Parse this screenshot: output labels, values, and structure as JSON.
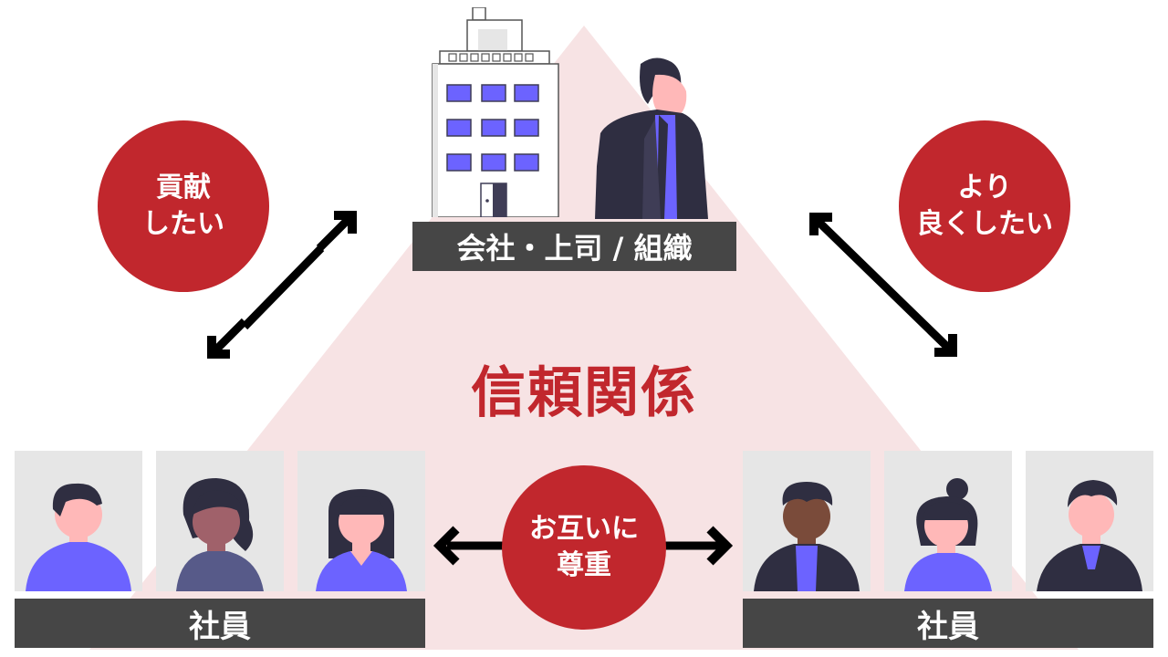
{
  "org": {
    "label": "会社・上司 / 組織"
  },
  "center": {
    "title": "信頼関係"
  },
  "circles": {
    "contribute": [
      "貢献",
      "したい"
    ],
    "improve": [
      "より",
      "良くしたい"
    ],
    "respect": [
      "お互いに",
      "尊重"
    ]
  },
  "groups": {
    "left": {
      "label": "社員"
    },
    "right": {
      "label": "社員"
    }
  },
  "colors": {
    "accent": "#c1272d",
    "triangle": "#f7e3e4",
    "label_bar": "#464646",
    "card_bg": "#e6e6e6",
    "shirt_blue": "#6c63ff",
    "dark": "#2f2e41"
  }
}
